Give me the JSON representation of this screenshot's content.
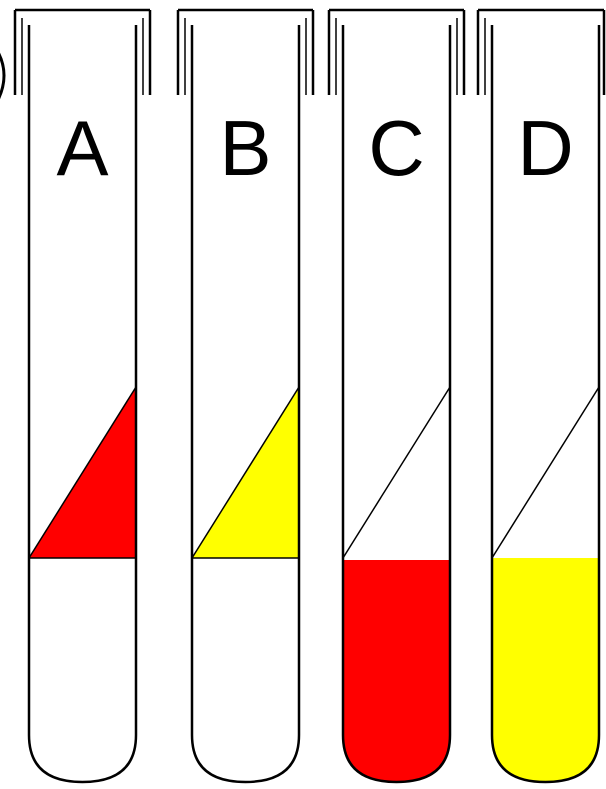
{
  "colors": {
    "red": "#ff0000",
    "yellow": "#ffff00",
    "outline": "#000000",
    "background": "#ffffff"
  },
  "tubes": [
    {
      "label": "A",
      "slant": "red",
      "butt": "none"
    },
    {
      "label": "B",
      "slant": "yellow",
      "butt": "none"
    },
    {
      "label": "C",
      "slant": "none",
      "butt": "red"
    },
    {
      "label": "D",
      "slant": "none",
      "butt": "yellow"
    }
  ]
}
